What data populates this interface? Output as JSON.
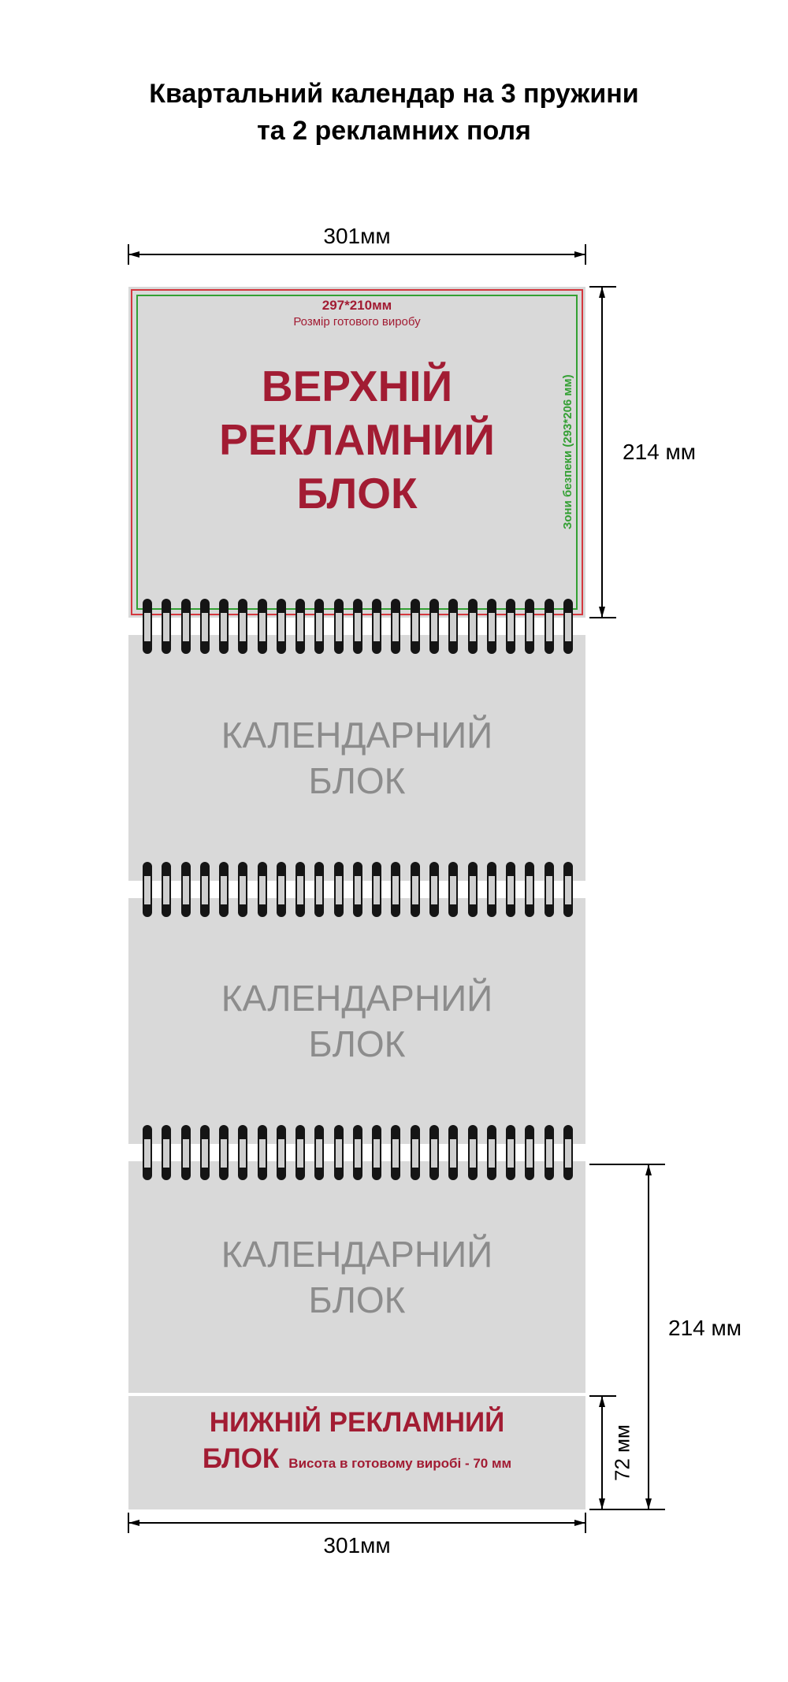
{
  "title": {
    "line1": "Квартальний календар на 3 пружини",
    "line2": "та 2 рекламних поля"
  },
  "dims": {
    "width_top": "301мм",
    "width_bottom": "301мм",
    "height_top_block": "214 мм",
    "height_calendar": "214 мм",
    "height_bottom_block": "72 мм"
  },
  "top_block": {
    "size_label": "297*210мм",
    "size_caption": "Розмір готового виробу",
    "line1": "ВЕРХНІЙ",
    "line2": "РЕКЛАМНИЙ",
    "line3": "БЛОК",
    "safety_label": "Зони безпеки (293*206 мм)"
  },
  "calendar_block": {
    "line1": "КАЛЕНДАРНИЙ",
    "line2": "БЛОК"
  },
  "bottom_block": {
    "line1": "НИЖНІЙ РЕКЛАМНИЙ",
    "line2": "БЛОК",
    "note": "Висота в готовому виробі - 70 мм"
  },
  "colors": {
    "block_grey": "#d9d9d9",
    "accent_red": "#a21c33",
    "frame_red": "#d4373e",
    "safety_green": "#33a033",
    "calendar_text": "#8c8c8c"
  },
  "spiral": {
    "coils": 23
  }
}
